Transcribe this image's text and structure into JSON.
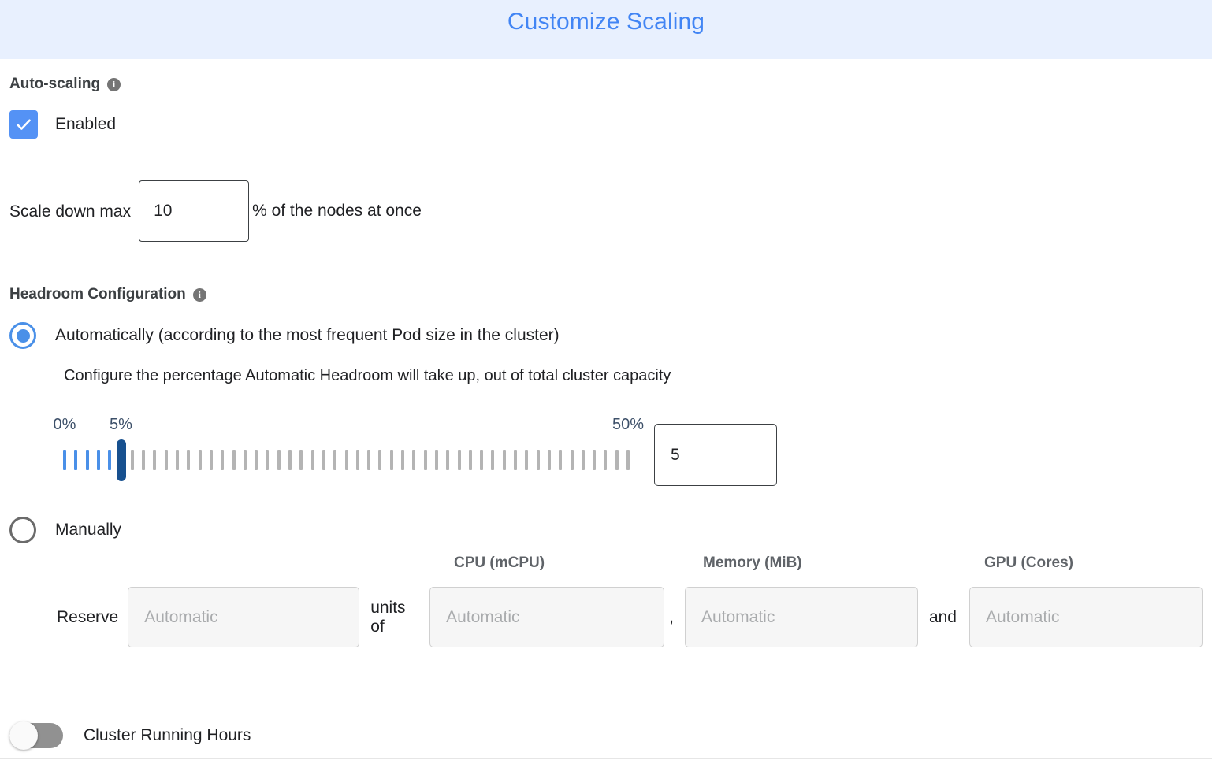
{
  "header": {
    "title": "Customize Scaling",
    "title_color": "#4285f4",
    "background_color": "#e8f0fe"
  },
  "autoscaling": {
    "section_label": "Auto-scaling",
    "info_icon": "info-icon",
    "info_glyph": "i",
    "enabled_label": "Enabled",
    "enabled_checked": true,
    "checkbox_color": "#5492f5"
  },
  "scale_down": {
    "prefix_label": "Scale down max",
    "value": "10",
    "suffix_label": "% of the nodes at once"
  },
  "headroom": {
    "section_label": "Headroom Configuration",
    "info_glyph": "i",
    "automatic": {
      "label": "Automatically (according to the most frequent Pod size in the cluster)",
      "selected": true,
      "help_text": "Configure the percentage Automatic Headroom will take up, out of total cluster capacity",
      "accent_color": "#4a90e8"
    },
    "slider": {
      "min_label": "0%",
      "max_label": "50%",
      "current_label": "5%",
      "min": 0,
      "max": 50,
      "value": 5,
      "tick_count": 51,
      "value_input": "5",
      "filled_color": "#4a90e8",
      "empty_color": "#b4b4b4",
      "thumb_color": "#17508f",
      "label_color": "#3d5069"
    },
    "manual": {
      "label": "Manually",
      "selected": false,
      "reserve_label": "Reserve",
      "units_of_label": "units of",
      "comma_label": ",",
      "and_label": "and",
      "columns": [
        {
          "header": "CPU (mCPU)"
        },
        {
          "header": "Memory (MiB)"
        },
        {
          "header": "GPU (Cores)"
        }
      ],
      "fields": {
        "units": {
          "placeholder": "Automatic",
          "value": ""
        },
        "cpu": {
          "placeholder": "Automatic",
          "value": ""
        },
        "memory": {
          "placeholder": "Automatic",
          "value": ""
        },
        "gpu": {
          "placeholder": "Automatic",
          "value": ""
        }
      }
    }
  },
  "cluster_running_hours": {
    "label": "Cluster Running Hours",
    "enabled": false,
    "track_color": "#919191"
  }
}
